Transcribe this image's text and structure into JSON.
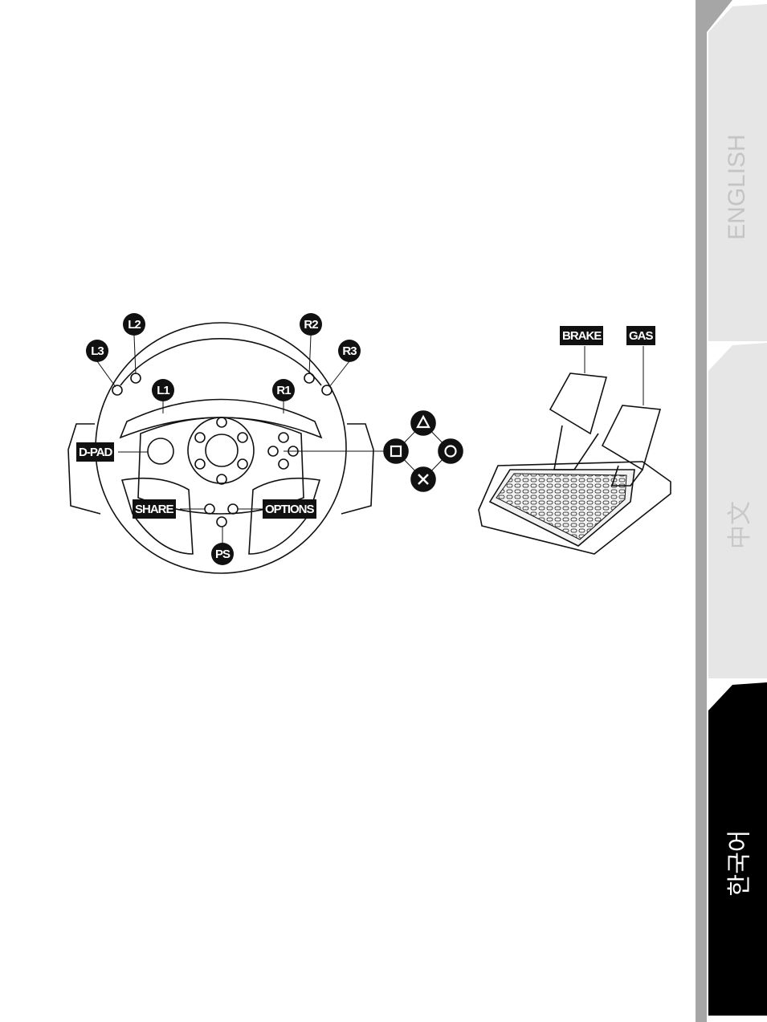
{
  "side_tabs": [
    {
      "label": "ENGLISH",
      "active": false
    },
    {
      "label": "中文",
      "active": false
    },
    {
      "label": "한국어",
      "active": true
    }
  ],
  "wheel": {
    "labels": {
      "l2": "L2",
      "l3": "L3",
      "r2": "R2",
      "r3": "R3",
      "l1": "L1",
      "r1": "R1",
      "dpad": "D-PAD",
      "share": "SHARE",
      "options": "OPTIONS",
      "ps": "PS"
    }
  },
  "face_buttons": [
    "triangle",
    "square",
    "circle",
    "cross"
  ],
  "pedals": {
    "brake": "BRAKE",
    "gas": "GAS"
  }
}
